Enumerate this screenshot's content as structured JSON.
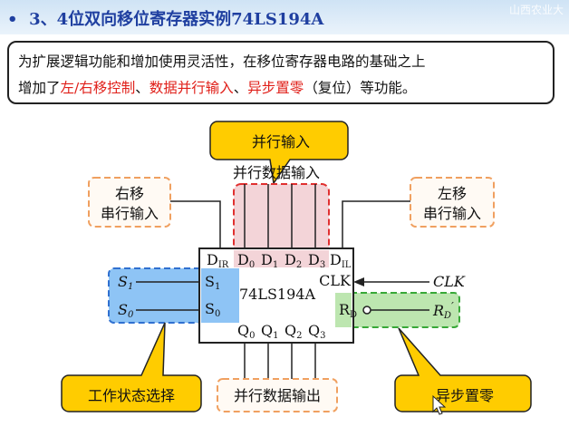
{
  "header": {
    "bullet": "•",
    "title": "3、4位双向移位寄存器实例74LS194A",
    "watermark": "山西农业大"
  },
  "intro": {
    "line1": "为扩展逻辑功能和增加使用灵活性，在移位寄存器电路的基础之上",
    "line2_prefix": "增加了",
    "feature1": "左/右移控制",
    "sep1": "、",
    "feature2": "数据并行输入",
    "sep2": "、",
    "feature3": "异步置零",
    "line2_suffix": "（复位）等功能。"
  },
  "diagram": {
    "chip_name": "74LS194A",
    "pins_top": {
      "dir": "D",
      "dir_sub": "IR",
      "d0": "D",
      "d0_sub": "0",
      "d1": "D",
      "d1_sub": "1",
      "d2": "D",
      "d2_sub": "2",
      "d3": "D",
      "d3_sub": "3",
      "dil": "D",
      "dil_sub": "IL"
    },
    "pins_bottom": {
      "q0": "Q",
      "q0_sub": "0",
      "q1": "Q",
      "q1_sub": "1",
      "q2": "Q",
      "q2_sub": "2",
      "q3": "Q",
      "q3_sub": "3"
    },
    "pins_left": {
      "s1": "S",
      "s1_sub": "1",
      "s0": "S",
      "s0_sub": "0"
    },
    "pins_right": {
      "clk": "CLK",
      "rd": "R",
      "rd_sub": "D"
    },
    "ext_left": {
      "s1": "S",
      "s1_sub": "1",
      "s0": "S",
      "s0_sub": "0"
    },
    "ext_right": {
      "clk": "CLK",
      "rd": "R",
      "rd_sub": "D",
      "rd_prime": "′"
    },
    "label_parallel_in": "并行数据输入",
    "label_parallel_out": "并行数据输出",
    "label_right_shift_line1": "右移",
    "label_right_shift_line2": "串行输入",
    "label_left_shift_line1": "左移",
    "label_left_shift_line2": "串行输入",
    "callout_parallel_in": "并行输入",
    "callout_mode": "工作状态选择",
    "callout_reset": "异步置零"
  },
  "colors": {
    "title": "#1f3fa0",
    "highlight": "#e0201a",
    "callout_fill": "#ffcc00",
    "orange_dash": "#f0a060",
    "red_dash": "#e03030",
    "red_fill": "#f3d4d8",
    "blue_fill": "#8ec4f5",
    "blue_dash": "#3070d0",
    "green_fill": "#bde6b0",
    "green_dash": "#38a838"
  }
}
